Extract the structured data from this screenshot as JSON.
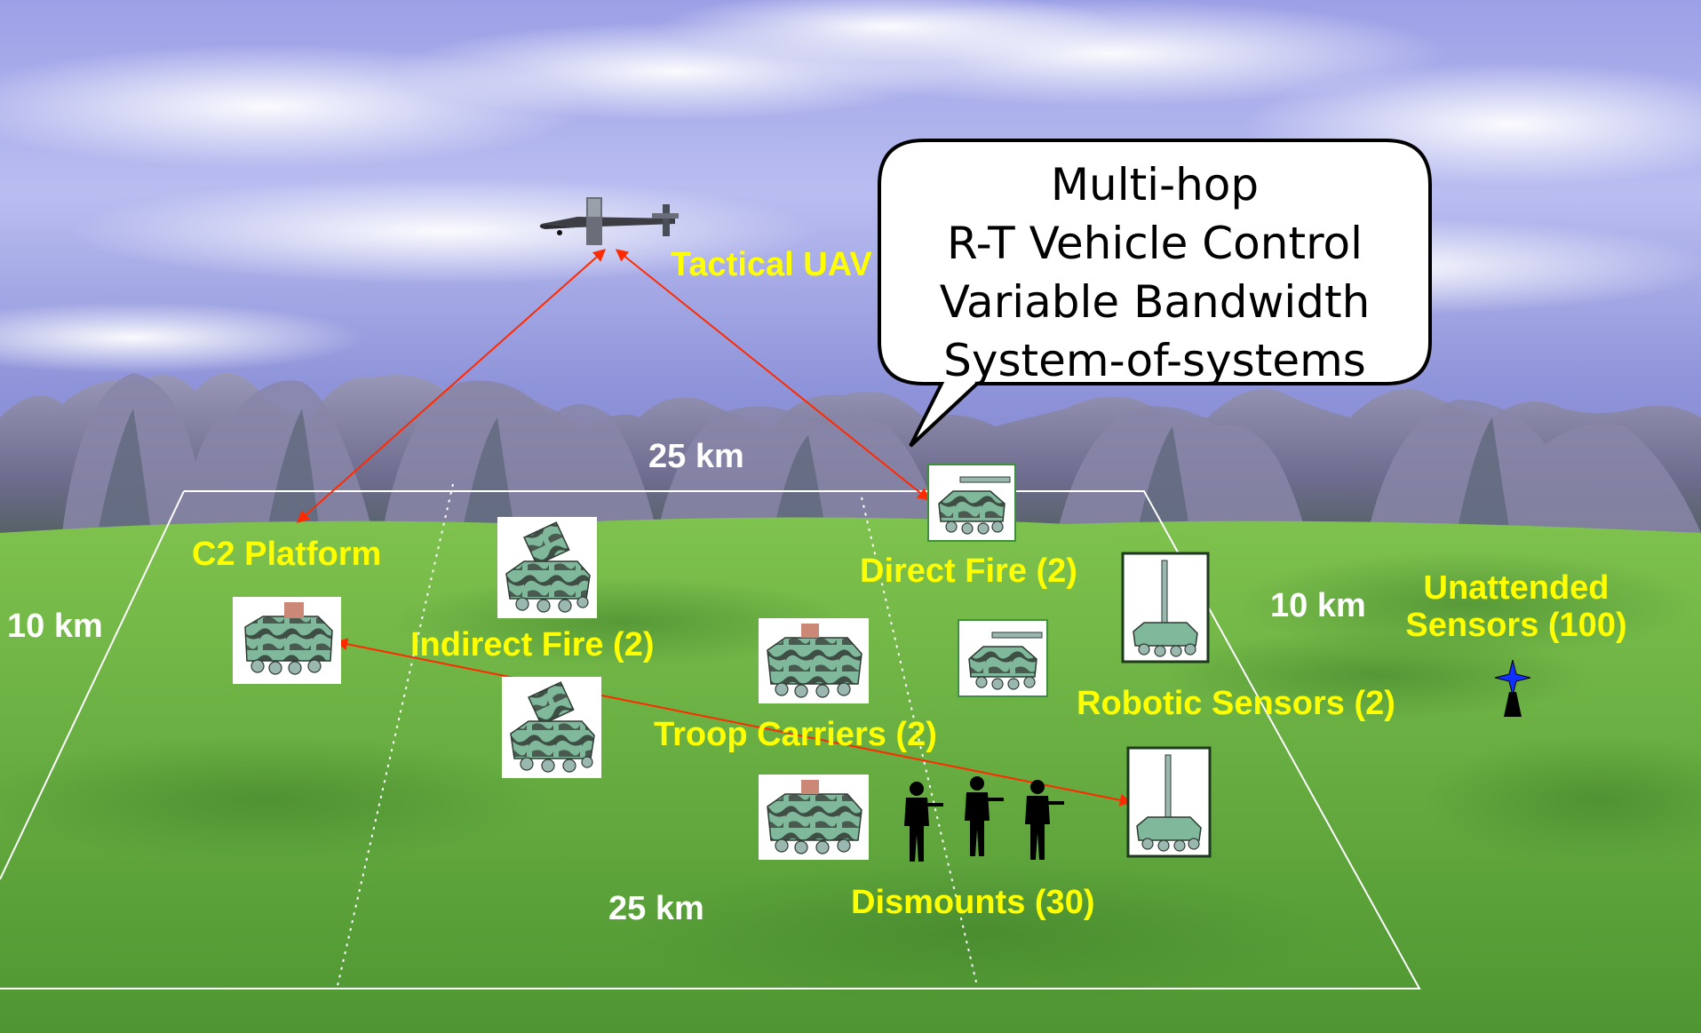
{
  "title": "",
  "callout": {
    "lines": [
      "Multi-hop",
      "R-T Vehicle Control",
      "Variable Bandwidth",
      "System-of-systems"
    ]
  },
  "labels": {
    "tactical_uav": "Tactical UAV",
    "c2_platform": "C2 Platform",
    "indirect_fire": "Indirect Fire (2)",
    "direct_fire": "Direct Fire (2)",
    "troop_carriers": "Troop Carriers (2)",
    "robotic_sensors": "Robotic Sensors (2)",
    "unattended_sensors_line1": "Unattended",
    "unattended_sensors_line2": "Sensors (100)",
    "dismounts": "Dismounts (30)"
  },
  "dimensions": {
    "top_width": "25 km",
    "bottom_width": "25 km",
    "left_depth": "10 km",
    "right_depth": "10 km"
  },
  "icons": {
    "uav": "uav-icon",
    "c2_vehicle": "c2-vehicle-icon",
    "rocket_launcher": "rocket-launcher-icon",
    "gun_vehicle": "gun-vehicle-icon",
    "troop_carrier": "troop-carrier-icon",
    "robotic_mast": "robotic-sensor-icon",
    "soldier": "soldier-icon",
    "unattended_sensor": "unattended-sensor-icon"
  },
  "colors": {
    "label_yellow": "#FFFF00",
    "label_white": "#FFFFFF",
    "link_red": "#FF2A00",
    "sky_blue": "#8A8FD6",
    "grass_green": "#5FA43A"
  }
}
